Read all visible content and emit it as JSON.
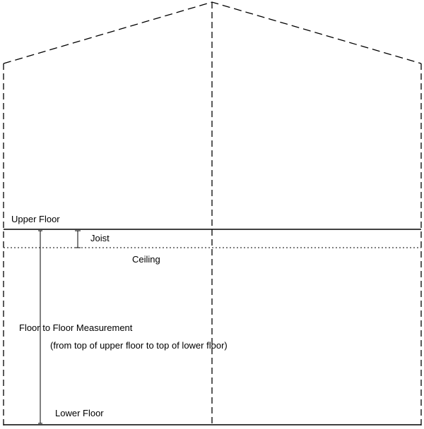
{
  "labels": {
    "upper_floor": "Upper Floor",
    "joist": "Joist",
    "ceiling": "Ceiling",
    "floor_to_floor": "Floor to Floor Measurement",
    "floor_to_floor_note": "(from top of upper floor to top of lower floor)",
    "lower_floor": "Lower Floor"
  }
}
